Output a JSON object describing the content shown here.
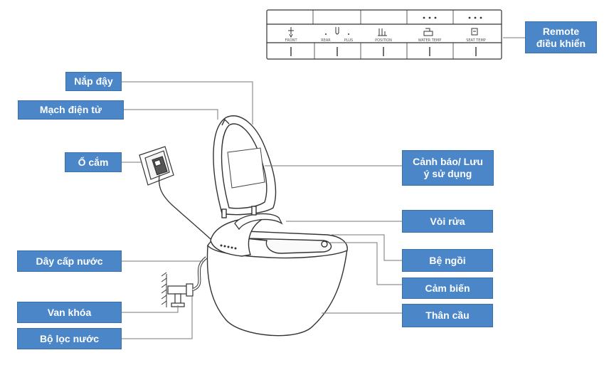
{
  "remote": {
    "buttons": [
      "FRONT",
      "REAR",
      "PLUS",
      "POSITION",
      "WATER TEMP",
      "SEAT TEMP"
    ]
  },
  "labels": {
    "remote": "Remote\nđiều khiển",
    "lid": "Nắp đậy",
    "circuit": "Mạch  điện tử",
    "socket": "Ổ cắm",
    "warning": "Cảnh báo/ Lưu\ný sử dụng",
    "nozzle": "Vòi rửa",
    "seat": "Bệ ngồi",
    "sensor": "Cảm biến",
    "body": "Thân cầu",
    "water_hose": "Dây cấp nước",
    "valve": "Van khóa",
    "filter": "Bộ lọc nước"
  }
}
